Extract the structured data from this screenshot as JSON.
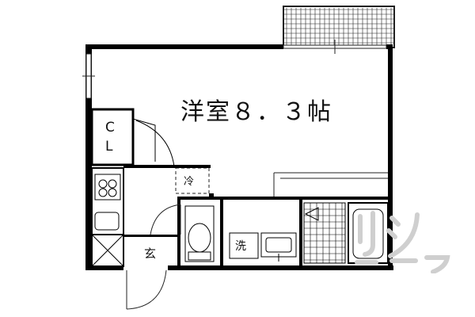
{
  "floorplan": {
    "room_label": "洋室８．３帖",
    "closet_label_line1": "C",
    "closet_label_line2": "L",
    "fridge_label": "冷",
    "entrance_label": "玄",
    "washer_label": "洗",
    "colors": {
      "wall": "#000000",
      "line": "#222222",
      "background": "#ffffff",
      "watermark": "#cfcfcf"
    }
  }
}
